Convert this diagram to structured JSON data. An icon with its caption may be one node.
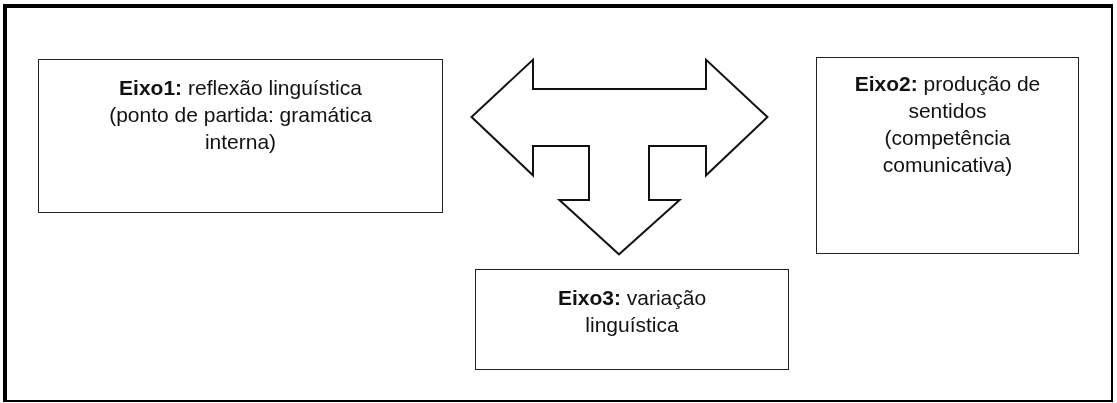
{
  "diagram": {
    "nodes": [
      {
        "text": [
          "**Eixo1:** reflexão linguística (ponto de partida: gramática interna)"
        ]
      },
      {
        "text": [
          "**Eixo2:** produção de sentidos (competência comunicativa)"
        ]
      },
      {
        "text": [
          "**Eixo3:** variação linguística"
        ]
      }
    ],
    "edges": [
      {
        "from": 0,
        "to": 1,
        "arrow": "both"
      },
      {
        "from": null,
        "to": 2,
        "arrow": "to"
      }
    ]
  }
}
